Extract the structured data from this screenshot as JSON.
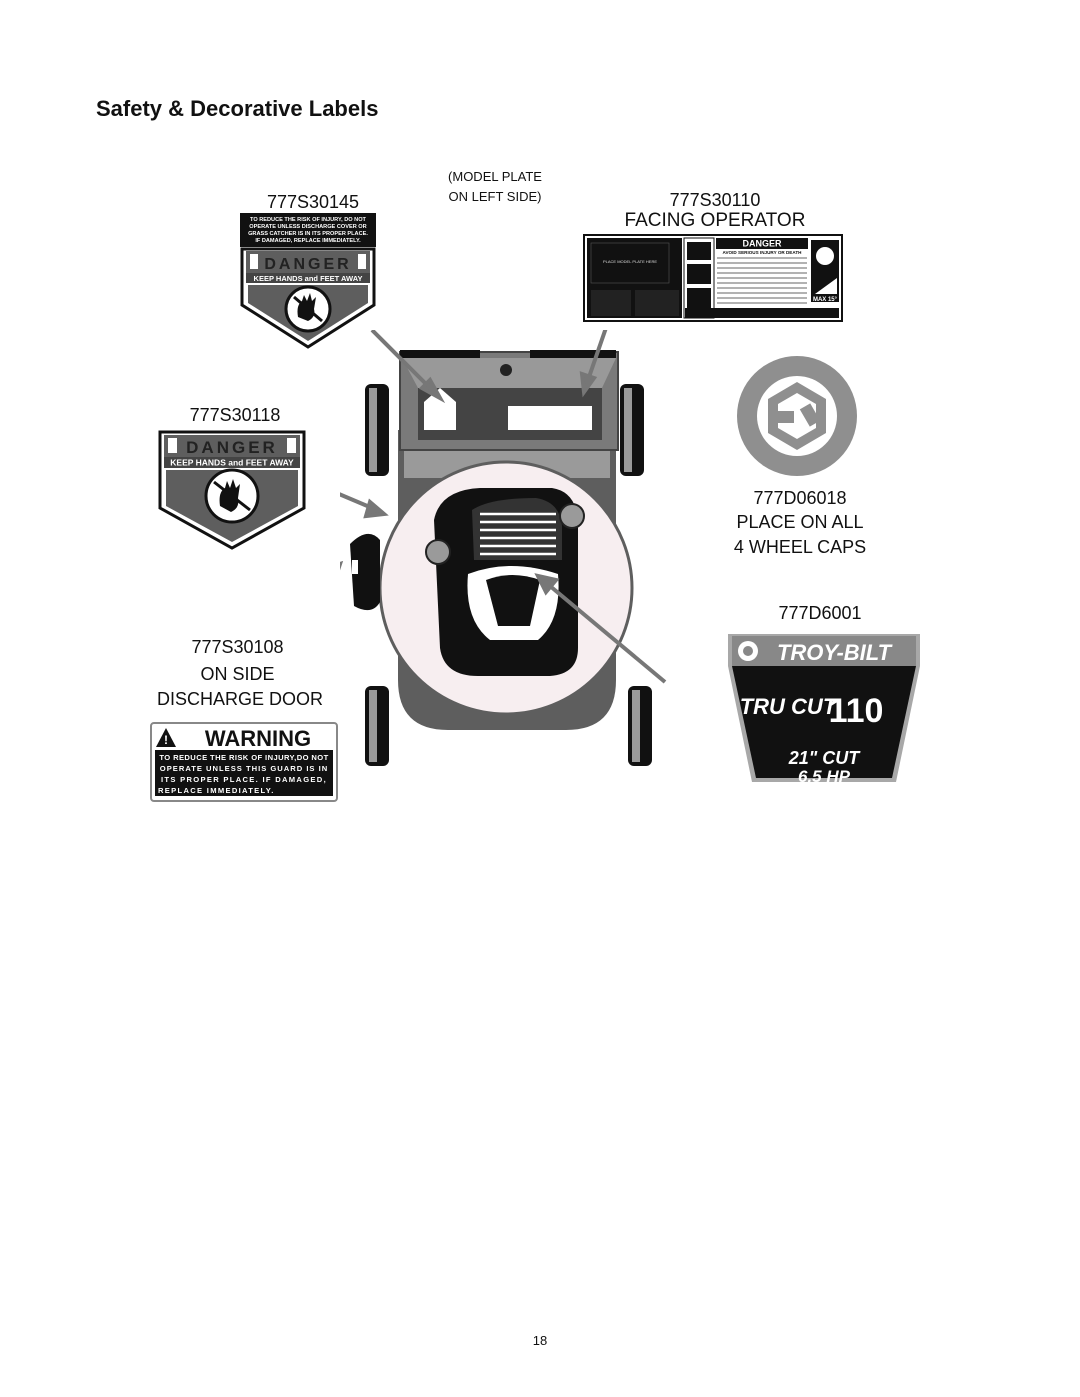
{
  "page": {
    "title": "Safety & Decorative Labels",
    "page_number": "18"
  },
  "callouts": {
    "model_plate_line1": "(MODEL PLATE",
    "model_plate_line2": "ON LEFT SIDE)",
    "s30145": "777S30145",
    "s30110": "777S30110",
    "s30110_note": "FACING OPERATOR",
    "s30118": "777S30118",
    "d06018": "777D06018",
    "d06018_note1": "PLACE ON ALL",
    "d06018_note2": "4 WHEEL CAPS",
    "d6001": "777D6001",
    "s30108": "777S30108",
    "s30108_note1": "ON SIDE",
    "s30108_note2": "DISCHARGE DOOR"
  },
  "labels": {
    "s30145_text": [
      "TO REDUCE THE RISK OF INJURY, DO NOT",
      "OPERATE UNLESS DISCHARGE COVER OR",
      "GRASS CATCHER IS IN ITS PROPER PLACE.",
      "IF DAMAGED, REPLACE IMMEDIATELY."
    ],
    "danger_word": "DANGER",
    "keep_hands": "KEEP HANDS and FEET AWAY",
    "s30110_danger": "DANGER",
    "s30110_avoid": "AVOID SERIOUS INJURY OR DEATH",
    "s30110_plate": "PLACE MODEL PLATE HERE",
    "s30110_max": "MAX 15°",
    "warning_word": "WARNING",
    "warning_text": [
      "TO REDUCE THE RISK OF INJURY,DO NOT",
      "OPERATE UNLESS THIS GUARD IS IN",
      "ITS PROPER PLACE. IF DAMAGED,",
      "REPLACE IMMEDIATELY."
    ],
    "troy_bilt": "TROY-BILT",
    "tru_cut": "TRU CUT",
    "tru_cut_num": "110",
    "cut_21": "21\" CUT",
    "hp": "6.5 HP"
  },
  "colors": {
    "black": "#111111",
    "deck_gray": "#5e5e5e",
    "light_gray": "#9a9a9a",
    "pink_disc": "#f7eef0"
  }
}
